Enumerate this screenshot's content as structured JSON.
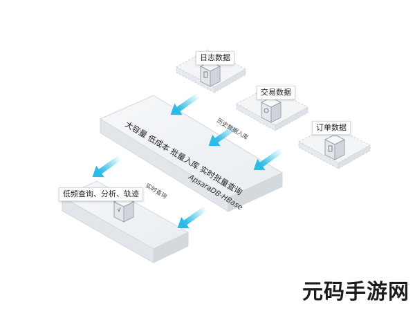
{
  "sources": {
    "log_data": "日志数据",
    "trade_data": "交易数据",
    "order_data": "订单数据"
  },
  "storage": {
    "headline": "大容量 低成本 批量入库 实时批量查询",
    "product": "ApsaraDB-HBase",
    "history_import": "历史数据入库"
  },
  "query": {
    "label": "低频查询、分析、轨迹",
    "realtime": "实时查询"
  },
  "watermark": "元码手游网",
  "colors": {
    "arrow": "#3fc6ea",
    "panel": "#eef1f4",
    "panel_edge": "#d2d7dd",
    "zone": "#f3f5f7"
  }
}
